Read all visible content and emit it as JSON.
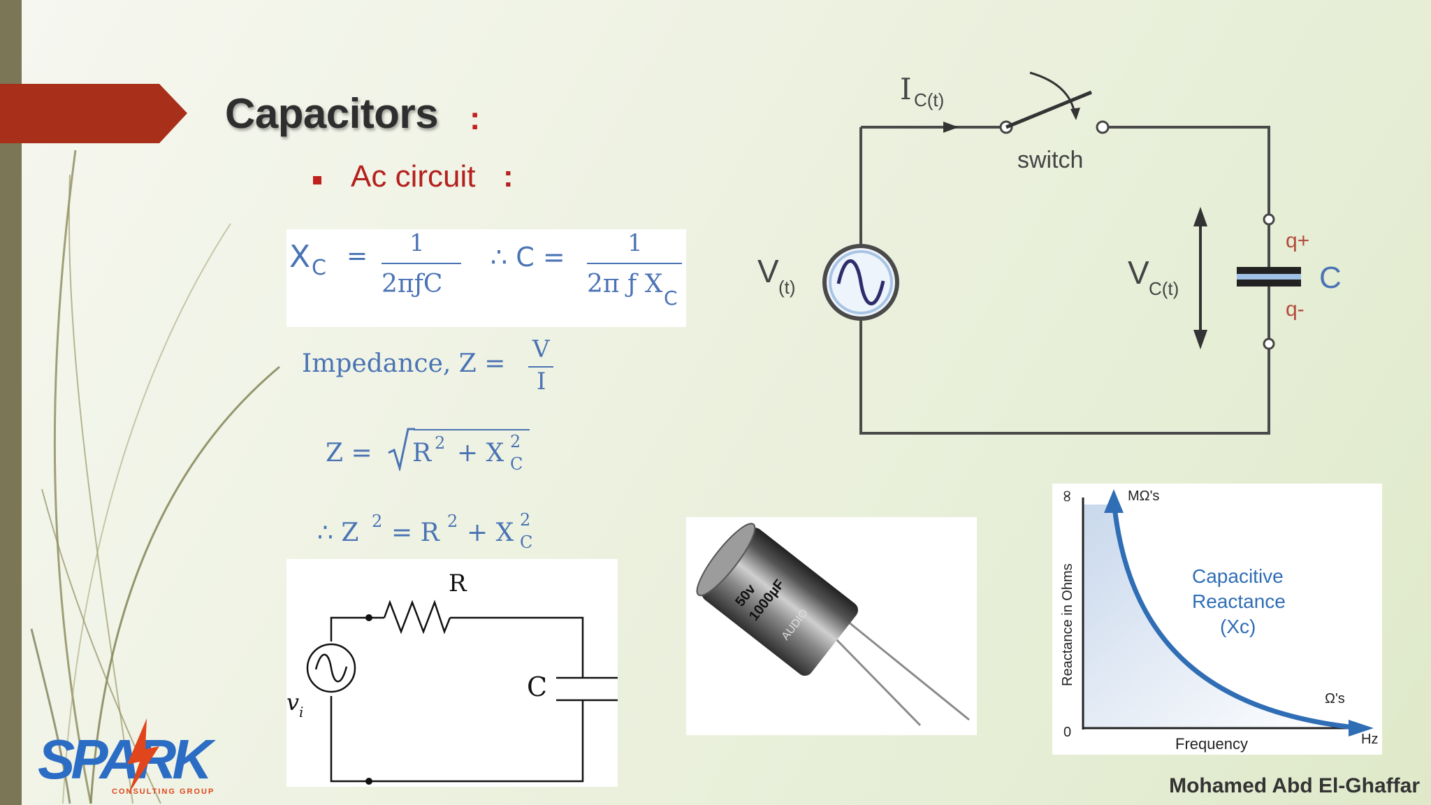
{
  "slide": {
    "title": "Capacitors",
    "title_colon": ":",
    "bullet": "Ac circuit",
    "bullet_colon": ":"
  },
  "formulas": {
    "xc_lhs": "X",
    "xc_sub": "C",
    "equals": "=",
    "one": "1",
    "xc_den": "2πƒC",
    "therefore_c": "∴ C =",
    "c_den": "2π ƒ X",
    "c_den_sub": "C",
    "impedance_label": "Impedance, Z =",
    "impedance_num": "V",
    "impedance_den": "I",
    "z_lhs": "Z =",
    "z_rad": "R",
    "z_plus": "+ X",
    "sq": "2",
    "sub_c": "C",
    "therefore_z": "∴ Z",
    "z2_rhs": "= R",
    "z2_plus": "+ X"
  },
  "circuit_top": {
    "current_label": "I",
    "current_sub": "C(t)",
    "switch_label": "switch",
    "source_label": "V",
    "source_sub": "(t)",
    "cap_voltage_label": "V",
    "cap_voltage_sub": "C(t)",
    "q_plus": "q+",
    "q_minus": "q-",
    "cap_label": "C"
  },
  "rc_circuit": {
    "resistor_label": "R",
    "cap_label": "C",
    "source_label": "v",
    "source_sub": "i"
  },
  "capacitor_photo": {
    "line1": "50v",
    "line2": "1000µF",
    "brand": "AUDIO"
  },
  "reactance_chart": {
    "y_axis_label": "Reactance in Ohms",
    "y_top_label": "∞",
    "y_bottom_label": "0",
    "top_unit": "MΩ's",
    "bottom_unit": "Ω's",
    "x_axis_label": "Frequency",
    "x_unit": "Hz",
    "curve_label_1": "Capacitive",
    "curve_label_2": "Reactance",
    "curve_label_3": "(Xc)"
  },
  "footer": {
    "logo_main": "SPARK",
    "logo_sub": "CONSULTING GROUP",
    "author": "Mohamed Abd El-Ghaffar"
  },
  "colors": {
    "accent_red": "#b3201d",
    "math_blue": "#4a73b4",
    "logo_blue": "#2b6cc4",
    "logo_orange": "#e0451b"
  }
}
